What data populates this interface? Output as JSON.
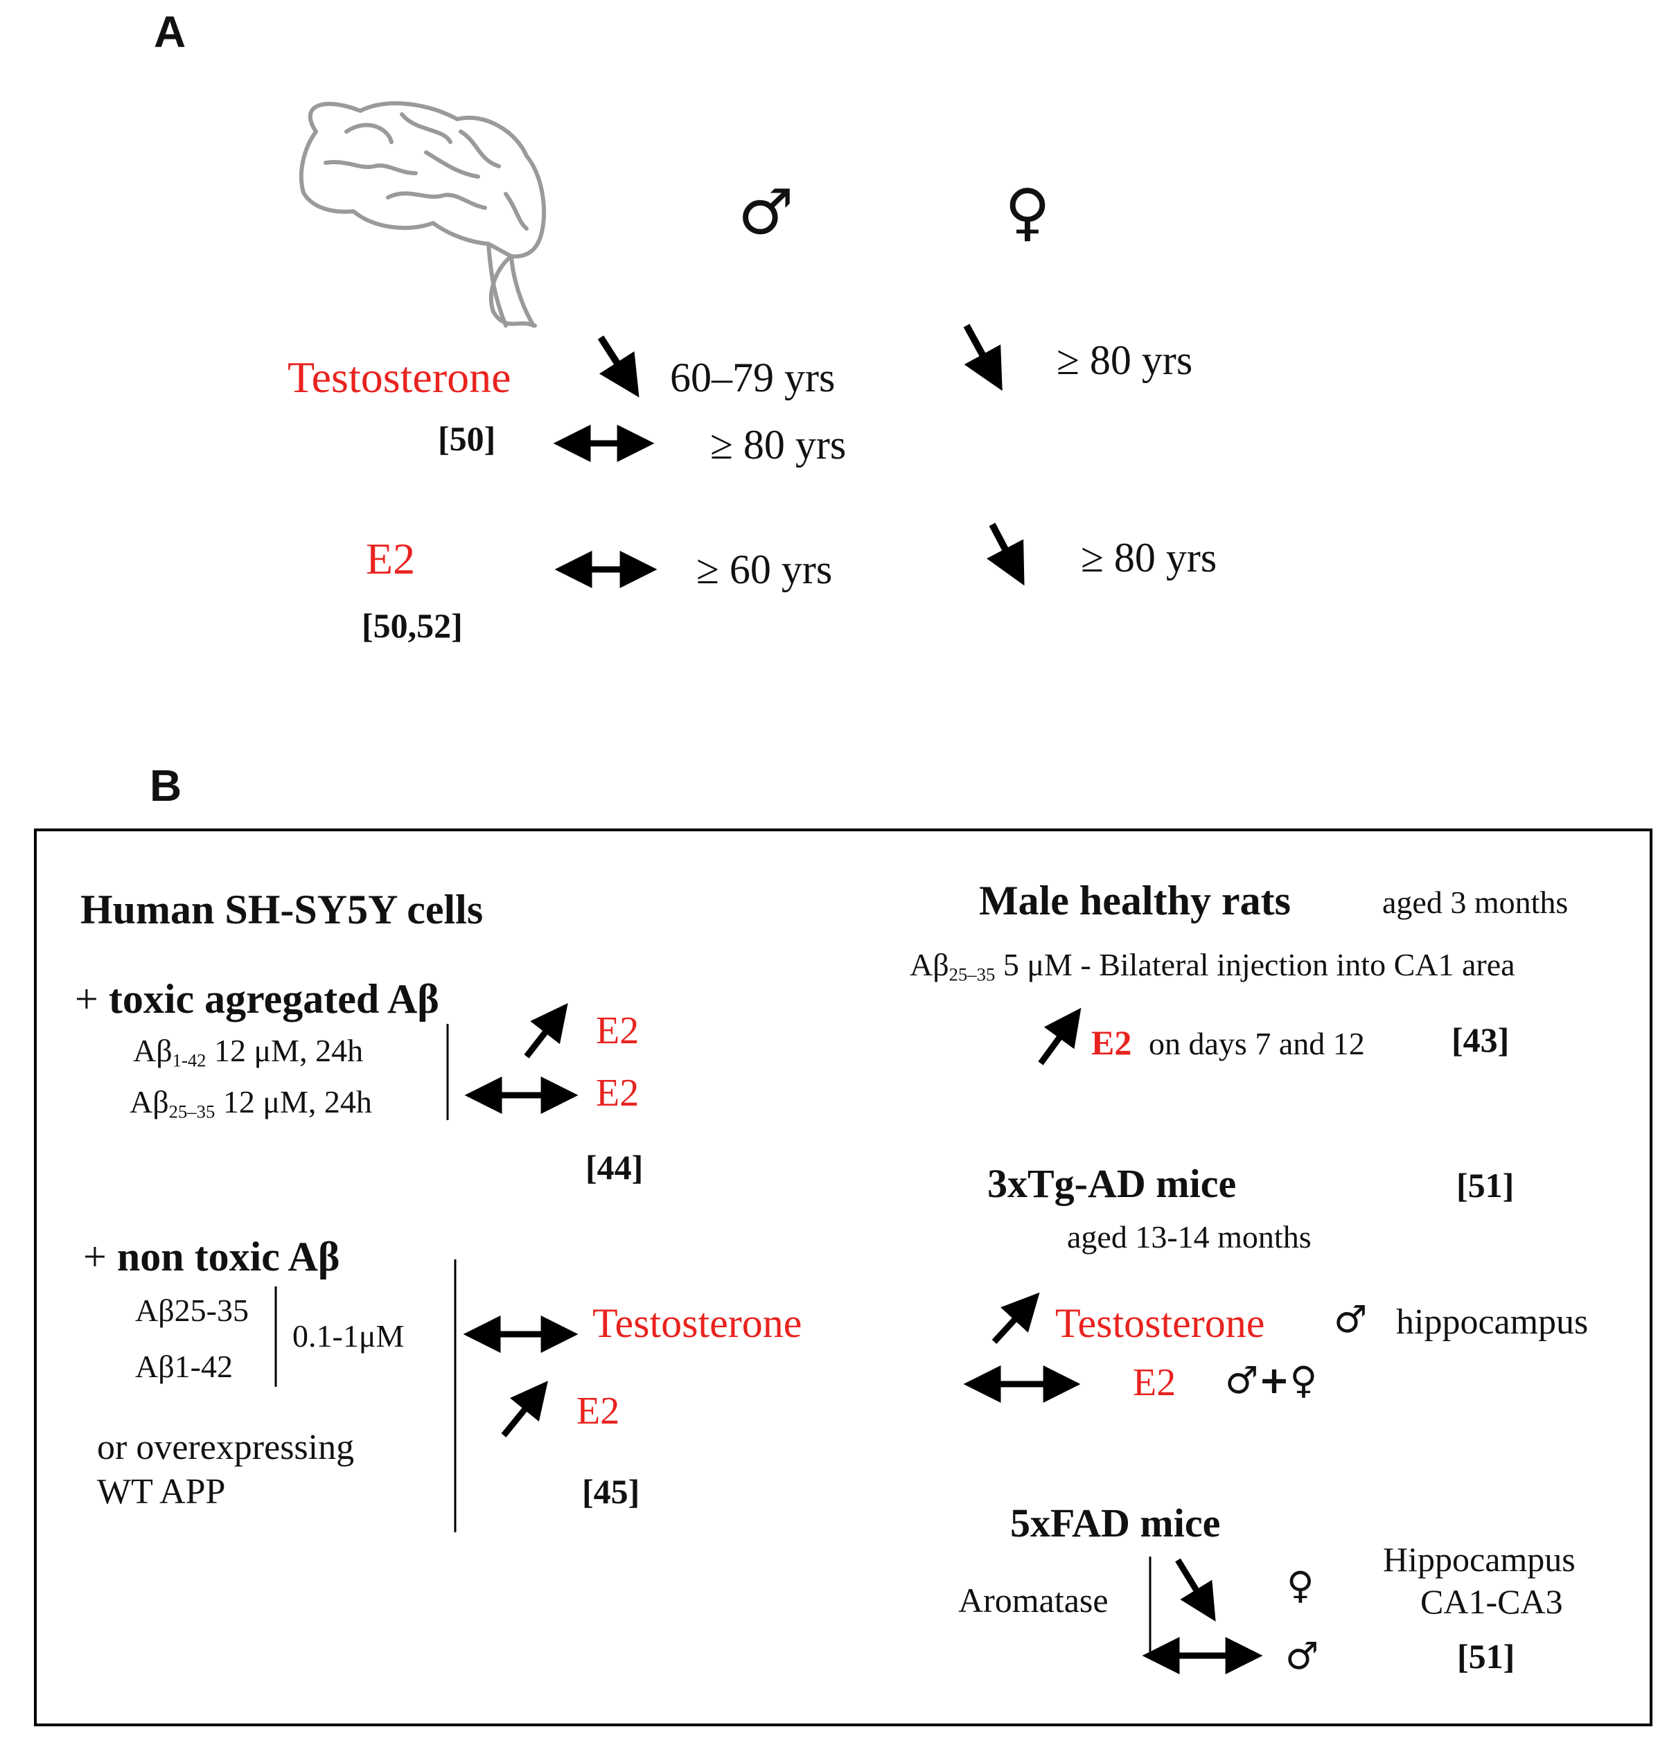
{
  "panel_a": {
    "label": "A",
    "male_symbol": "♂",
    "female_symbol": "♀",
    "testosterone": {
      "label": "Testosterone",
      "ref": "[50]",
      "male_decrease_age": "60–79 yrs",
      "male_nochange_age": "≥  80 yrs",
      "female_decrease_age": "≥ 80 yrs"
    },
    "e2": {
      "label": "E2",
      "ref": "[50,52]",
      "male_nochange_age": "≥  60 yrs",
      "female_decrease_age": "≥ 80 yrs"
    }
  },
  "panel_b": {
    "label": "B",
    "cells": {
      "title": "Human SH-SY5Y cells",
      "toxic": {
        "heading_plus": "+",
        "heading": "toxic  agregated Aβ",
        "row1_pre": "Aβ",
        "row1_sub": "1-42",
        "row1_post": " 12 μM, 24h",
        "row2_pre": "Aβ",
        "row2_sub": "25–35",
        "row2_post": " 12 μM, 24h",
        "e2_up": "E2",
        "e2_same": "E2",
        "ref": "[44]"
      },
      "nontoxic": {
        "heading_plus": "+",
        "heading": "non toxic Aβ",
        "peptide1": "Aβ25-35",
        "peptide2": "Aβ1-42",
        "dose": "0.1-1μM",
        "alt_line1": "or overexpressing",
        "alt_line2": "WT APP",
        "testosterone": "Testosterone",
        "e2": "E2",
        "ref": "[45]"
      }
    },
    "rats": {
      "title": "Male healthy rats",
      "age": "aged 3 months",
      "inj_pre": "Aβ",
      "inj_sub": "25–35",
      "inj_post": " 5 μM - Bilateral injection into CA1 area",
      "e2": "E2",
      "days": "on days 7 and 12",
      "ref": "[43]"
    },
    "tg": {
      "title": "3xTg-AD mice",
      "ref": "[51]",
      "age": "aged 13-14 months",
      "testosterone": "Testosterone",
      "male_symbol": "♂",
      "region": "hippocampus",
      "e2": "E2",
      "both_male": "♂",
      "plus": "+",
      "both_female": "♀"
    },
    "fad": {
      "title": "5xFAD mice",
      "enzyme": "Aromatase",
      "female_symbol": "♀",
      "male_symbol": "♂",
      "region_line1": "Hippocampus",
      "region_line2": "CA1-CA3",
      "ref": "[51]"
    }
  }
}
